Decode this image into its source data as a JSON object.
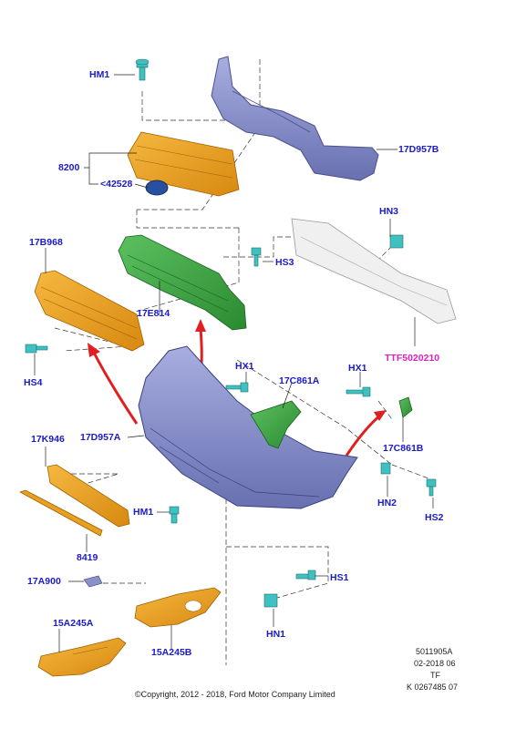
{
  "labels": {
    "hm1_top": "HM1",
    "l17d957b": "17D957B",
    "l8200": "8200",
    "l42528": "<42528",
    "hn3": "HN3",
    "l17b968": "17B968",
    "hs3": "HS3",
    "l17e814": "17E814",
    "hs4": "HS4",
    "ttf": "TTF5020210",
    "hx1_left": "HX1",
    "l17c861a": "17C861A",
    "hx1_right": "HX1",
    "l17k946": "17K946",
    "l17d957a": "17D957A",
    "l17c861b": "17C861B",
    "hn2": "HN2",
    "hs2": "HS2",
    "hm1_bottom": "HM1",
    "l8419": "8419",
    "l17a900": "17A900",
    "hs1": "HS1",
    "l15a245a": "15A245A",
    "hn1": "HN1",
    "l15a245b": "15A245B"
  },
  "meta": {
    "doc_id": "5011905A",
    "date": "02-2018 06",
    "code": "TF",
    "ref": "K 0267485 07"
  },
  "copyright": "©Copyright, 2012 - 2018, Ford Motor Company Limited",
  "colors": {
    "label_blue": "#1a1acc",
    "label_pink": "#e020c0",
    "bumper_cover": "#8a90c8",
    "grille_orange": "#e8a020",
    "absorber_green": "#3aa040",
    "reinforcement_grey": "#e8e8e8",
    "fastener_teal": "#40c0c0",
    "arrow_red": "#e02020"
  }
}
